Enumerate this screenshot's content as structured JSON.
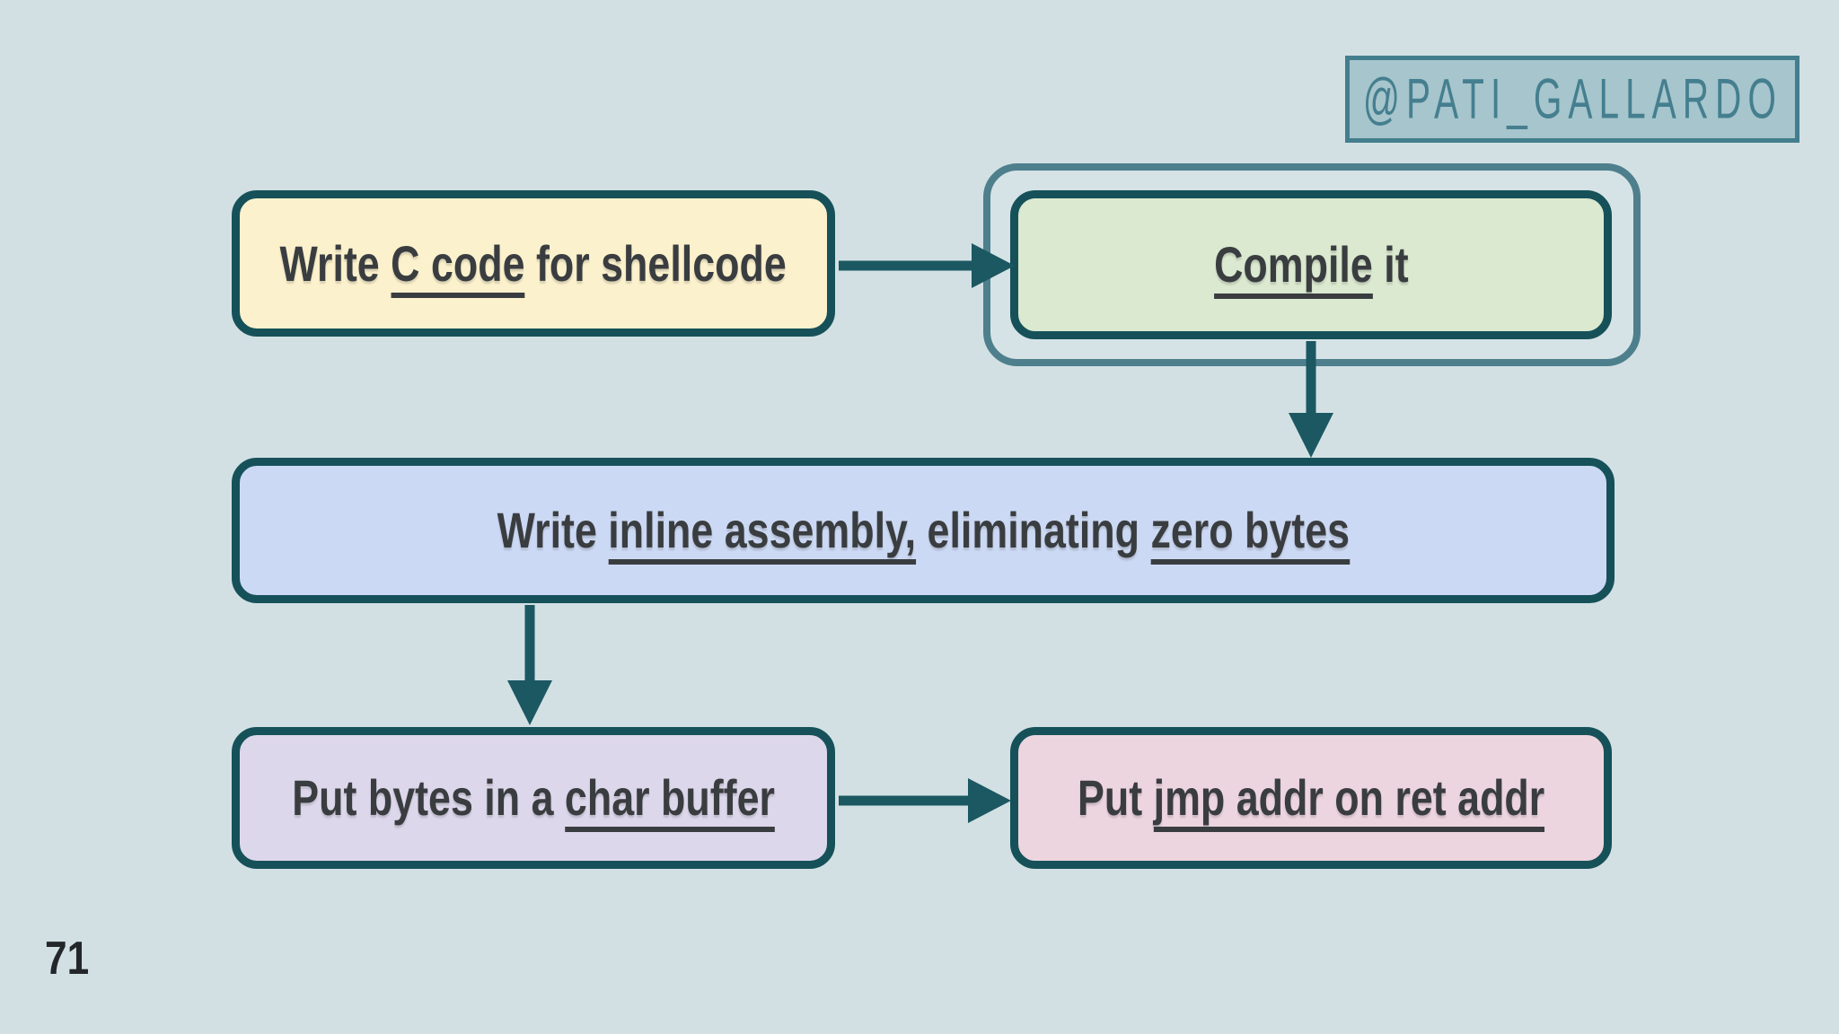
{
  "slide": {
    "page_number": "71",
    "background_color": "#d2e0e4"
  },
  "badge": {
    "handle": "@PATI_GALLARDO",
    "background_color": "#a6c5cc",
    "border_color": "#437e8e",
    "text_color": "#457f8f"
  },
  "colors": {
    "node_border": "#165159",
    "arrow": "#1b5862",
    "text": "#3a3d40",
    "highlight_ring_border": "#4e7f8c"
  },
  "flowchart": {
    "nodes": [
      {
        "id": "write-c-code",
        "fill": "#fbf1cc",
        "highlighted": false,
        "segments": [
          {
            "text": "Write "
          },
          {
            "text": "C code",
            "underline": true
          },
          {
            "text": " for shellcode"
          }
        ]
      },
      {
        "id": "compile-it",
        "fill": "#dae9cf",
        "highlighted": true,
        "segments": [
          {
            "text": "Compile",
            "underline": true
          },
          {
            "text": " it"
          }
        ]
      },
      {
        "id": "inline-assembly",
        "fill": "#ccd9f4",
        "highlighted": false,
        "segments": [
          {
            "text": "Write "
          },
          {
            "text": "inline assembly,",
            "underline": true
          },
          {
            "text": " eliminating "
          },
          {
            "text": "zero bytes",
            "underline": true
          }
        ]
      },
      {
        "id": "char-buffer",
        "fill": "#ddd7eb",
        "highlighted": false,
        "segments": [
          {
            "text": "Put bytes in a "
          },
          {
            "text": "char buffer",
            "underline": true
          }
        ]
      },
      {
        "id": "jmp-addr",
        "fill": "#edd5df",
        "highlighted": false,
        "segments": [
          {
            "text": "Put "
          },
          {
            "text": "jmp addr on ret addr",
            "underline": true
          }
        ]
      }
    ],
    "edges": [
      {
        "from": "write-c-code",
        "to": "compile-it"
      },
      {
        "from": "compile-it",
        "to": "inline-assembly"
      },
      {
        "from": "inline-assembly",
        "to": "char-buffer"
      },
      {
        "from": "char-buffer",
        "to": "jmp-addr"
      }
    ]
  }
}
